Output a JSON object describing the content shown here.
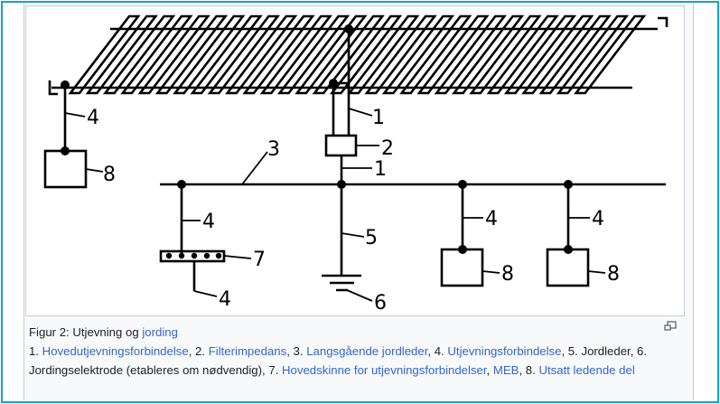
{
  "diagram": {
    "labels": {
      "n1a": "1",
      "n1b": "1",
      "n2": "2",
      "n3": "3",
      "n4a": "4",
      "n4b": "4",
      "n4c": "4",
      "n4d": "4",
      "n4e": "4",
      "n5": "5",
      "n6": "6",
      "n7": "7",
      "n8a": "8",
      "n8b": "8",
      "n8c": "8"
    }
  },
  "caption": {
    "prefix": "Figur 2: Utjevning og ",
    "jording_link": "jording",
    "i1": "1. ",
    "l1": "Hovedutjevningsforbindelse",
    "i2": ", 2. ",
    "l2": "Filterimpedans",
    "i3": ", 3. ",
    "l3": "Langsgående jordleder",
    "i4": ", 4. ",
    "l4": "Utjevningsforbindelse",
    "i5": ", 5. Jordleder, 6. Jordingselektrode (etableres om nødvendig), 7. ",
    "l7": "Hovedskinne for utjevningsforbindelser",
    "sep": ", ",
    "l7b": "MEB",
    "i8": ", 8. ",
    "l8": "Utsatt ledende del"
  },
  "icons": {
    "magnify": "magnify-icon"
  }
}
